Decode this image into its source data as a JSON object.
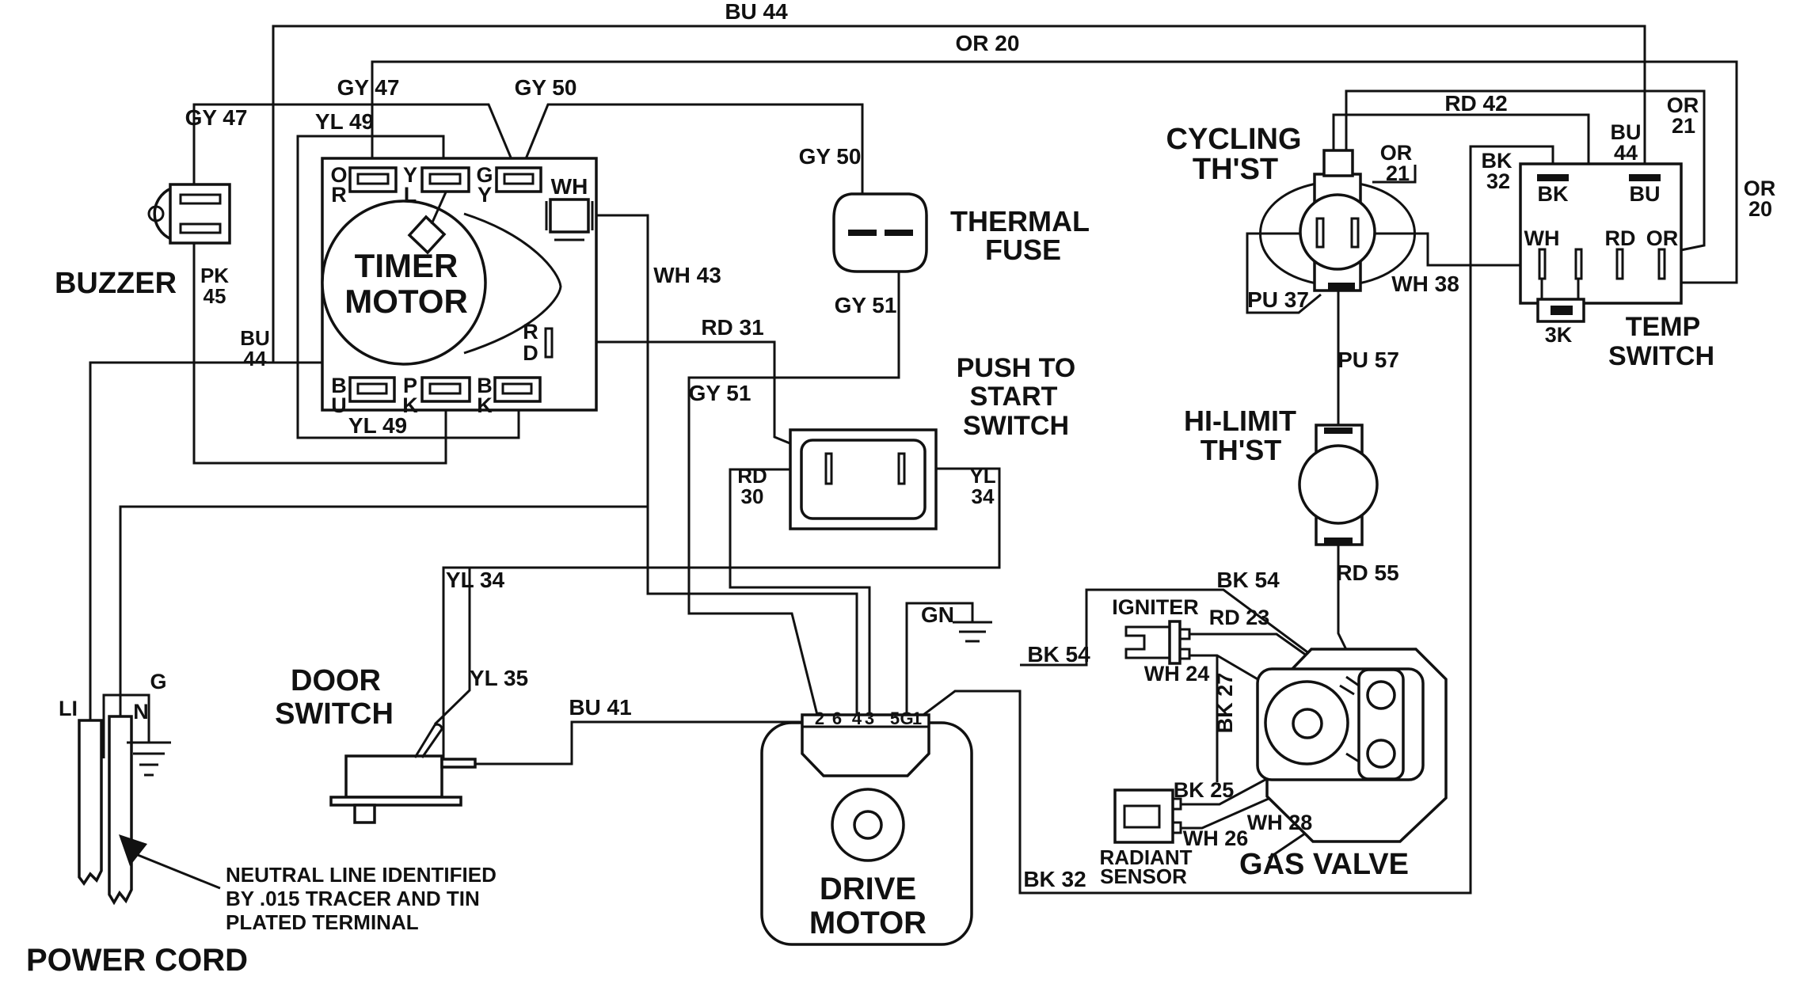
{
  "components": {
    "buzzer": "BUZZER",
    "timer_1": "TIMER",
    "timer_2": "MOTOR",
    "thermal_1": "THERMAL",
    "thermal_2": "FUSE",
    "pts_1": "PUSH TO",
    "pts_2": "START",
    "pts_3": "SWITCH",
    "cycling_1": "CYCLING",
    "cycling_2": "TH'ST",
    "temp_1": "TEMP",
    "temp_2": "SWITCH",
    "hilimit_1": "HI-LIMIT",
    "hilimit_2": "TH'ST",
    "door_1": "DOOR",
    "door_2": "SWITCH",
    "drive_1": "DRIVE",
    "drive_2": "MOTOR",
    "igniter": "IGNITER",
    "radiant_1": "RADIANT",
    "radiant_2": "SENSOR",
    "gas_valve": "GAS VALVE",
    "power_cord": "POWER CORD"
  },
  "wires": {
    "bu44_top": "BU 44",
    "or20_top": "OR 20",
    "gy47_mid": "GY 47",
    "gy47_left": "GY 47",
    "gy50_mid": "GY 50",
    "gy50_fuse": "GY 50",
    "yl49_top": "YL 49",
    "yl49_bottom": "YL 49",
    "wh43": "WH 43",
    "rd31": "RD 31",
    "gy51_left": "GY 51",
    "gy51_fuse": "GY 51",
    "pk45_1": "PK",
    "pk45_2": "45",
    "bu44_left_1": "BU",
    "bu44_left_2": "44",
    "rd30_1": "RD",
    "rd30_2": "30",
    "yl34_stack_1": "YL",
    "yl34_stack_2": "34",
    "yl34": "YL 34",
    "yl35": "YL 35",
    "bu41": "BU 41",
    "gn": "GN",
    "bk54_motor": "BK 54",
    "bk54_igniter": "BK 54",
    "rd23": "RD 23",
    "wh24": "WH 24",
    "bk27": "BK 27",
    "bk25": "BK 25",
    "wh26": "WH 26",
    "wh28": "WH 28",
    "bk32_bottom": "BK 32",
    "pu37": "PU 37",
    "wh38": "WH 38",
    "rd42": "RD 42",
    "or21_cycling_1": "OR",
    "or21_cycling_2": "21",
    "bk32_top_1": "BK",
    "bk32_top_2": "32",
    "bu44_right_1": "BU",
    "bu44_right_2": "44",
    "or21_right_1": "OR",
    "or21_right_2": "21",
    "or20_right_1": "OR",
    "or20_right_2": "20",
    "pu57": "PU 57",
    "rd55": "RD 55",
    "resistor_3k": "3K"
  },
  "terminals": {
    "timer_or_1": "O",
    "timer_or_2": "R",
    "timer_yl_1": "Y",
    "timer_yl_2": "L",
    "timer_gy_1": "G",
    "timer_gy_2": "Y",
    "timer_wh": "WH",
    "timer_rd_1": "R",
    "timer_rd_2": "D",
    "timer_bu_1": "B",
    "timer_bu_2": "U",
    "timer_pk_1": "P",
    "timer_pk_2": "K",
    "timer_bk_1": "B",
    "timer_bk_2": "K",
    "temp_bk": "BK",
    "temp_bu": "BU",
    "temp_wh": "WH",
    "temp_rd": "RD",
    "temp_or": "OR",
    "motor_2": "2",
    "motor_6": "6",
    "motor_4": "4",
    "motor_3": "3",
    "motor_5": "5",
    "motor_g": "G",
    "motor_1": "1",
    "cord_li": "LI",
    "cord_n": "N",
    "cord_g": "G"
  },
  "note": {
    "line1": "NEUTRAL LINE IDENTIFIED",
    "line2": "BY .015 TRACER AND TIN",
    "line3": "PLATED TERMINAL"
  },
  "colors": {
    "line": "#111111",
    "background": "#ffffff"
  }
}
